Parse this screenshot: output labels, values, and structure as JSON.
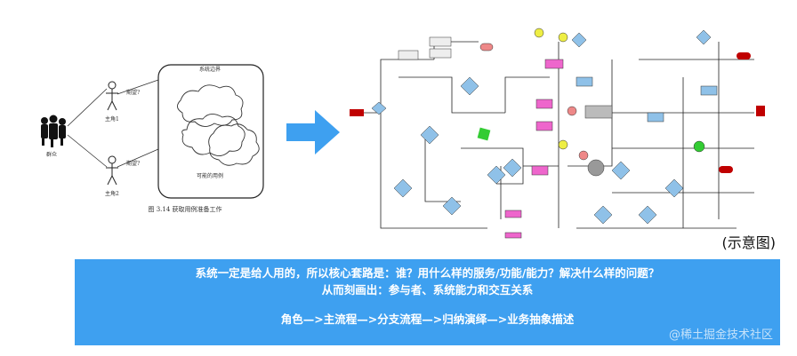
{
  "left_figure": {
    "system_boundary_label": "系统边界",
    "actor_crowd_label": "群众",
    "actor1_label": "主角1",
    "actor2_label": "主角2",
    "expectation1_label": "期望?",
    "expectation2_label": "期望?",
    "usecase_label": "可能的用例",
    "caption": "图 3.14  获取用例准备工作"
  },
  "arrow": {
    "color": "#3ea0f0"
  },
  "flowchart_note": "(示意图)",
  "banner": {
    "line1": "系统一定是给人用的，所以核心套路是：谁？用什么样的服务/功能/能力？解决什么样的问题？",
    "line2": "从而刻画出：参与者、系统能力和交互关系",
    "line3": "角色—>主流程—>分支流程—>归纳演绎—>业务抽象描述",
    "background": "#3ea0f0"
  },
  "watermark": "@稀土掘金技术社区"
}
